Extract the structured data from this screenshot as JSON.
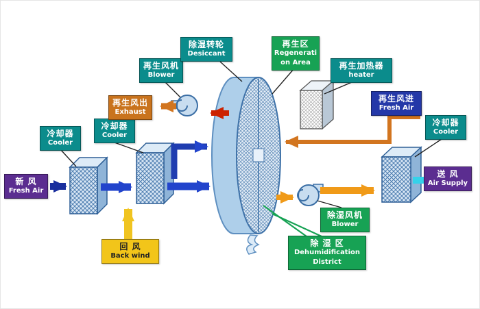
{
  "title": "Desiccant wheel dehumidification system diagram",
  "palette": {
    "label_teal": "#0b8c8c",
    "label_purple": "#5b2d90",
    "label_green": "#17a254",
    "label_blue": "#2438a8",
    "label_orange": "#c9731d",
    "label_yellow": "#f2c51a",
    "arrow_navy": "#1a2f9e",
    "arrow_blue": "#2244cc",
    "arrow_red": "#cc2200",
    "arrow_orange": "#d2751f",
    "arrow_amber": "#f09a18",
    "arrow_yellow": "#f0c420",
    "arrow_cyan": "#35d2ea",
    "wheel_fill": "#aecfea",
    "block_hatch": "#4d7db0"
  },
  "labels": {
    "fresh_air_in": {
      "lines": [
        "新 风",
        "Fresh Air"
      ]
    },
    "cooler_left_1": {
      "lines": [
        "冷却器",
        "Cooler"
      ]
    },
    "cooler_left_2": {
      "lines": [
        "冷却器",
        "Cooler"
      ]
    },
    "back_wind": {
      "lines": [
        "回 风",
        "Back wind"
      ]
    },
    "regen_blower": {
      "lines": [
        "再生风机",
        "Blower"
      ]
    },
    "exhaust": {
      "lines": [
        "再生风出",
        "Exhaust"
      ]
    },
    "desiccant": {
      "lines": [
        "除湿转轮",
        "Desiccant"
      ]
    },
    "regen_area": {
      "lines": [
        "再生区",
        "Regenerati",
        "on Area"
      ]
    },
    "heater": {
      "lines": [
        "再生加热器",
        "heater"
      ]
    },
    "regen_fresh_air": {
      "lines": [
        "再生风进",
        "Fresh Air"
      ]
    },
    "cooler_right": {
      "lines": [
        "冷却器",
        "Cooler"
      ]
    },
    "air_supply": {
      "lines": [
        "送 风",
        "Air Supply"
      ]
    },
    "dehum_blower": {
      "lines": [
        "除湿风机",
        "Blower"
      ]
    },
    "dehum_district": {
      "lines": [
        "除 湿 区",
        "Dehumidification",
        "District"
      ]
    }
  }
}
